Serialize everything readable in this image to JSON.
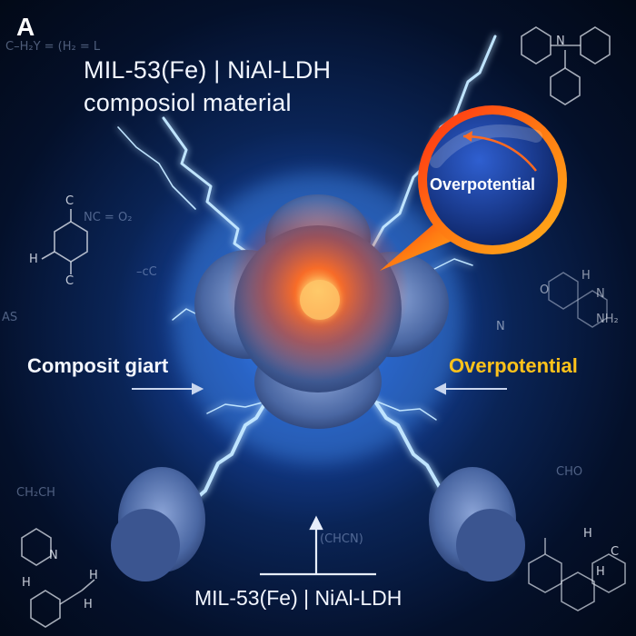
{
  "panel_label": "A",
  "title": {
    "line1": "MIL-53(Fe) | NiAl-LDH",
    "line2": "composiol material"
  },
  "labels": {
    "left": "Composit giart",
    "right": "Overpotential",
    "bubble": "Overpotential",
    "bottom": "MIL-53(Fe) | NiAl-LDH"
  },
  "background_formulas": {
    "f1": "C–H₂Y = (H₂ = L",
    "f2": "NC = O₂",
    "f3": "–cC",
    "f4": "AS",
    "f5": "CH₂CH",
    "f6": "(CHCN)",
    "f7": "CHO",
    "f8": "C",
    "f9": "H",
    "f10": "C",
    "f11": "H",
    "f12": "N",
    "f13": "H",
    "f14": "N",
    "f15": "H",
    "f16": "H",
    "f17": "O",
    "f18": "N",
    "f19": "H",
    "f20": "NH₂",
    "f21": "N",
    "f22": "H",
    "f23": "C"
  },
  "colors": {
    "background": "#04102a",
    "glow": "#2f7bff",
    "lightning": "#bfe4ff",
    "particle_core": "#ff5a1f",
    "particle_shell": "#6f8fc4",
    "accent_yellow": "#ffc21a",
    "bubble_ring": "#ff4a1a"
  }
}
